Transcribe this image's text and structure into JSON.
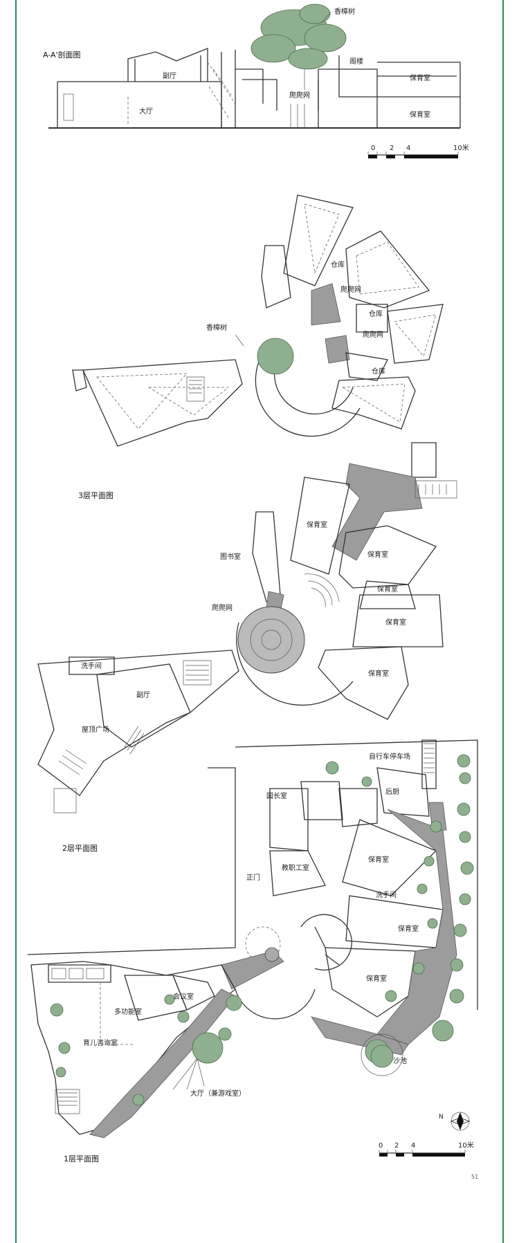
{
  "section": {
    "title": "A-A'剖面图",
    "labels": {
      "camphor_tree": "香樟树",
      "sub_hall": "副厅",
      "main_hall": "大厅",
      "climbing_net": "爬爬网",
      "attic": "阁楼",
      "nursery_upper": "保育室",
      "nursery_lower": "保育室"
    },
    "scale": {
      "t0": "0",
      "t2": "2",
      "t4": "4",
      "t10": "10米"
    }
  },
  "floor3": {
    "title": "3层平面图",
    "labels": {
      "camphor_tree": "香樟树",
      "storage_1": "仓库",
      "climbing_net_1": "爬爬网",
      "storage_2": "仓库",
      "climbing_net_2": "爬爬网",
      "storage_3": "仓库"
    }
  },
  "floor2": {
    "title": "2层平面图",
    "labels": {
      "library": "图书室",
      "climbing_net": "爬爬网",
      "nursery_1": "保育室",
      "nursery_2": "保育室",
      "nursery_3": "保育室",
      "nursery_4": "保育室",
      "nursery_5": "保育室",
      "washroom": "洗手间",
      "sub_hall": "副厅",
      "roof_plaza": "屋顶广场"
    }
  },
  "floor1": {
    "title": "1层平面图",
    "labels": {
      "bike_parking": "自行车停车场",
      "director_office": "园长室",
      "back_kitchen": "后厨",
      "main_gate": "正门",
      "staff_room": "教职工室",
      "nursery_1": "保育室",
      "washroom": "洗手间",
      "nursery_2": "保育室",
      "nursery_3": "保育室",
      "multi_room": "多功能室",
      "meeting_room": "会议室",
      "consult_room": "育儿咨询室",
      "sandpit": "沙池",
      "hall_play": "大厅（兼游戏室）"
    },
    "north_label": "N",
    "scale": {
      "t0": "0",
      "t2": "2",
      "t4": "4",
      "t10": "10米"
    }
  },
  "page_number": "51",
  "colors": {
    "frame": "#2e8b57",
    "tree": "#8fb08f",
    "hatch": "#9c9c9c"
  }
}
